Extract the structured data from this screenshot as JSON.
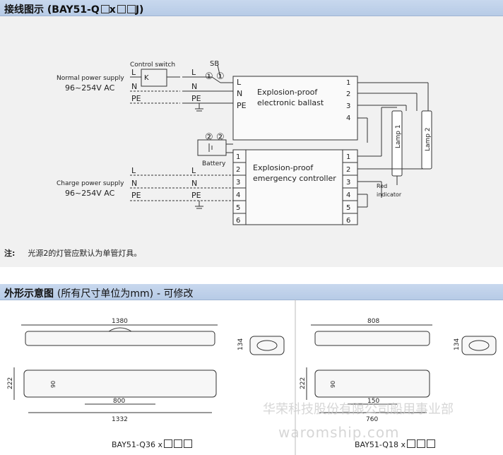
{
  "section1": {
    "title_cn": "接线图示",
    "title_model": "(BAY51-Q",
    "title_x": "x",
    "title_tail": "J)"
  },
  "wiring": {
    "control_switch": "Control switch",
    "switch_k": "K",
    "sb": "SB",
    "circle1": "①",
    "circle2": "②",
    "normal_supply": "Normal power supply",
    "normal_voltage": "96~254V AC",
    "charge_supply": "Charge power supply",
    "charge_voltage": "96~254V AC",
    "L": "L",
    "N": "N",
    "PE": "PE",
    "ballast_line1": "Explosion-proof",
    "ballast_line2": "electronic ballast",
    "controller_line1": "Explosion-proof",
    "controller_line2": "emergency controller",
    "battery": "Battery",
    "lamp1": "Lamp 1",
    "lamp2": "Lamp 2",
    "red_indicator_1": "Red",
    "red_indicator_2": "indicator",
    "terminals": [
      "1",
      "2",
      "3",
      "4",
      "5",
      "6"
    ]
  },
  "note": {
    "label": "注:",
    "text": "光源2的灯管应默认为单管灯具。"
  },
  "section2": {
    "title_cn": "外形示意图",
    "title_paren": "(所有尺寸单位为mm)",
    "title_tail": "- 可修改"
  },
  "dims_q36": {
    "length": "1380",
    "height": "134",
    "width": "222",
    "inner": "90",
    "mount_a": "800",
    "mount_b": "1332"
  },
  "dims_q18": {
    "length": "808",
    "height": "134",
    "width": "222",
    "inner": "90",
    "mount_a": "150",
    "mount_b": "760"
  },
  "captions": {
    "q36": "BAY51-Q36 x",
    "q18": "BAY51-Q18 x"
  },
  "watermark": {
    "cn": "华荣科技股份有限公司船用事业部",
    "url": "waromship.com"
  }
}
